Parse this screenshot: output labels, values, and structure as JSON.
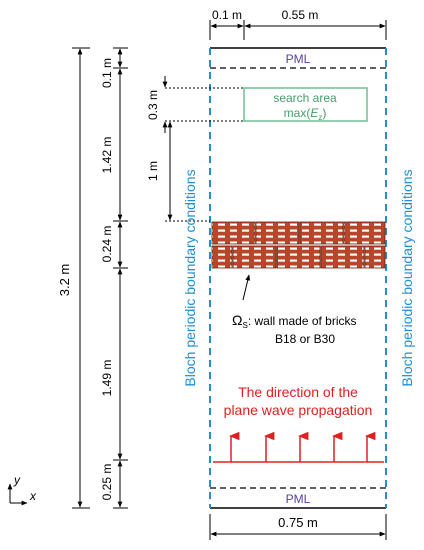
{
  "diagram": {
    "top_dims": {
      "left": "0.1 m",
      "right": "0.55 m"
    },
    "total_height": "3.2 m",
    "vertical_dims": [
      "0.1 m",
      "0.3 m",
      "1.42 m",
      "1 m",
      "0.24 m",
      "1.49 m",
      "0.25 m"
    ],
    "pml_top": "PML",
    "pml_bottom": "PML",
    "search_area": {
      "line1": "search area",
      "line2_prefix": "max(",
      "line2_var": "E",
      "line2_sub": "z",
      "line2_suffix": ")"
    },
    "bloch_left": "Bloch periodic boundary conditions",
    "bloch_right": "Bloch periodic boundary conditions",
    "wall": {
      "symbol": "Ω",
      "sub": "S",
      "line1": ": wall made of bricks",
      "line2": "B18 or B30"
    },
    "wave": {
      "line1": "The direction of the",
      "line2": "plane wave propagation"
    },
    "bottom_dim": "0.75 m",
    "axes": {
      "y": "y",
      "x": "x"
    },
    "colors": {
      "boundary": "#1f8fd6",
      "search_box": "#6fbf8f",
      "pml_text": "#5a3fa8",
      "brick": "#b7472a",
      "wave": "#e02020",
      "line": "#000000"
    }
  }
}
